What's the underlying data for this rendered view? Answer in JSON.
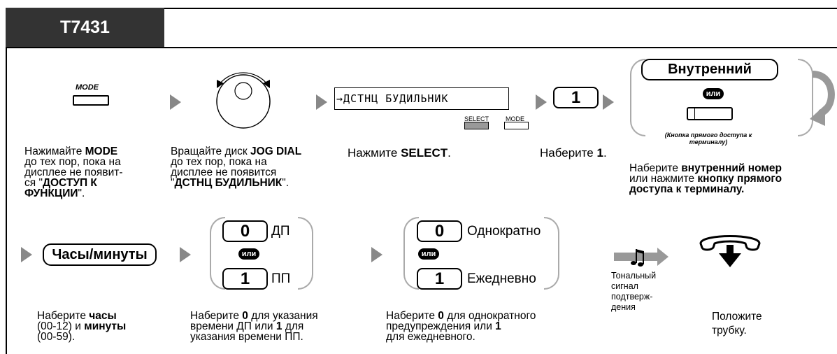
{
  "model": "T7431",
  "steps": {
    "s1": {
      "button_label": "MODE",
      "html": "Нажимайте <b>MODE</b><br>до тех пор, пока на<br>дисплее не появит-<br>ся \"<b>ДОСТУП К<br>ФУНКЦИИ</b>\"."
    },
    "s2": {
      "html": "Вращайте диск <b>JOG DIAL</b><br>до тех пор, пока на<br>дисплее не появится<br>\"<b>ДСТНЦ БУДИЛЬНИК</b>\"."
    },
    "s3": {
      "display_text": "→ДСТНЦ БУДИЛЬНИК",
      "select_label": "SELECT",
      "mode_label": "MODE",
      "html": "Нажмите <b>SELECT</b>."
    },
    "s4": {
      "key": "1",
      "html": "Наберите <b>1</b>."
    },
    "s5": {
      "key_label": "Внутренний",
      "or": "или",
      "dss_label": "(Кнопка прямого доступа к терминалу)",
      "html": "Наберите <b>внутренний номер</b><br>или нажмите <b>кнопку прямого<br>доступа к терминалу.</b>"
    },
    "s6": {
      "key_label": "Часы/минуты",
      "html": "Наберите <b>часы</b><br>(00-12) и <b>минуты</b><br>(00-59)."
    },
    "s7": {
      "key0": "0",
      "label0": "ДП",
      "or": "или",
      "key1": "1",
      "label1": "ПП",
      "html": "Наберите <b>0</b> для указания<br>времени ДП или <b>1</b> для<br>указания времени ПП."
    },
    "s8": {
      "key0": "0",
      "label0": "Однократно",
      "or": "или",
      "key1": "1",
      "label1": "Ежедневно",
      "html": "Наберите <b>0</b> для однократного<br>предупреждения или <b>1</b><br>для ежедневного."
    },
    "s9": {
      "html": "Тональный<br>сигнал<br>подтверж-<br>дения"
    },
    "s10": {
      "html": "Положите<br>трубку."
    }
  }
}
